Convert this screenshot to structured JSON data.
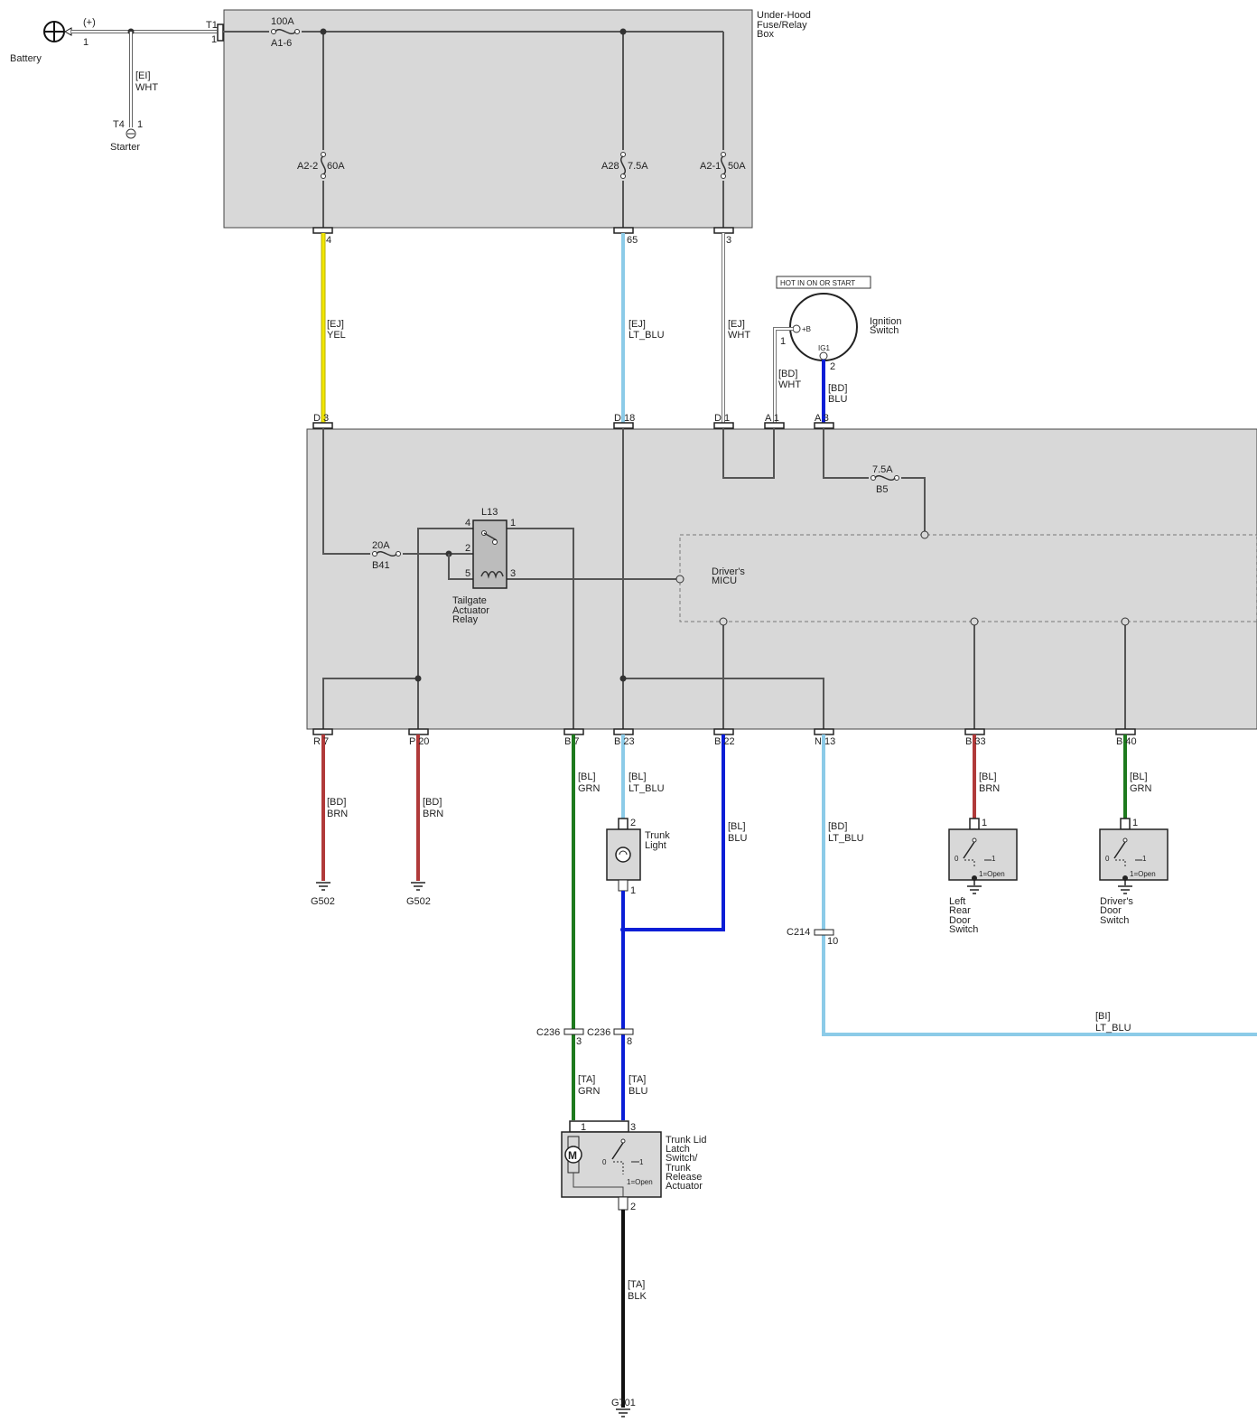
{
  "colors": {
    "YEL": "#f2e600",
    "LT_BLU": "#8ccbe8",
    "WHT": "#ffffff",
    "BLU": "#0a1ed6",
    "BRN": "#b03a3a",
    "GRN": "#1e7a1e",
    "BLK": "#111111",
    "box_fill": "#d8d8d8"
  },
  "labels": {
    "battery": "Battery",
    "battery_plus": "(+)",
    "battery_pin": "1",
    "ei": "[EI]",
    "wht": "WHT",
    "starter_conn": "T4",
    "starter_pin": "1",
    "starter": "Starter",
    "t1": "T1",
    "t1_pin": "1",
    "fuse_main": "100A",
    "fuse_main_id": "A1-6",
    "underhood": [
      "Under-Hood",
      "Fuse/Relay",
      "Box"
    ],
    "fuse_a22": "A2-2",
    "fuse_60a": "60A",
    "fuse_a28": "A28",
    "fuse_75a": "7.5A",
    "fuse_a21": "A2-1",
    "fuse_50a": "50A",
    "pin_4": "4",
    "pin_65": "65",
    "pin_3": "3",
    "ej": "[EJ]",
    "yel": "YEL",
    "lt_blu": "LT_BLU",
    "hot_in_on": "HOT IN ON OR START",
    "ign_b": "+B",
    "ign_ig1": "IG1",
    "ign_pin1": "1",
    "ign_pin2": "2",
    "ignition": [
      "Ignition",
      "Switch"
    ],
    "bd": "[BD]",
    "blu": "BLU",
    "d3": "D 3",
    "d18": "D 18",
    "d1": "D 1",
    "a1": "A 1",
    "a3": "A 3",
    "fuse_b5_amp": "7.5A",
    "fuse_b5": "B5",
    "fuse_b41_amp": "20A",
    "fuse_b41": "B41",
    "relay_id": "L13",
    "relay_p4": "4",
    "relay_p1": "1",
    "relay_p2": "2",
    "relay_p5": "5",
    "relay_p3": "3",
    "relay_name": [
      "Tailgate",
      "Actuator",
      "Relay"
    ],
    "micu": [
      "Driver's",
      "MICU"
    ],
    "r7": "R 7",
    "p20": "P 20",
    "b7": "B 7",
    "b23": "B 23",
    "b22": "B 22",
    "n13": "N 13",
    "b33": "B 33",
    "b40": "B 40",
    "brn": "BRN",
    "grn": "GRN",
    "bl": "[BL]",
    "g502": "G502",
    "trunk_light": [
      "Trunk",
      "Light"
    ],
    "tl_pin2": "2",
    "tl_pin1": "1",
    "c214": "C214",
    "c214_pin": "10",
    "lrd_pin": "1",
    "dd_pin": "1",
    "sw_0": "0",
    "sw_1": "1",
    "sw_open": "1=Open",
    "left_rear": [
      "Left",
      "Rear",
      "Door",
      "Switch"
    ],
    "drivers_door": [
      "Driver's",
      "Door",
      "Switch"
    ],
    "bi": "[BI]",
    "c236": "C236",
    "c236_p3": "3",
    "c236_p8": "8",
    "ta": "[TA]",
    "blk": "BLK",
    "tl_latch_p1": "1",
    "tl_latch_p3": "3",
    "tl_latch_p2": "2",
    "motor": "M",
    "trunk_lid": [
      "Trunk Lid",
      "Latch",
      "Switch/",
      "Trunk",
      "Release",
      "Actuator"
    ],
    "g701": "G701"
  }
}
